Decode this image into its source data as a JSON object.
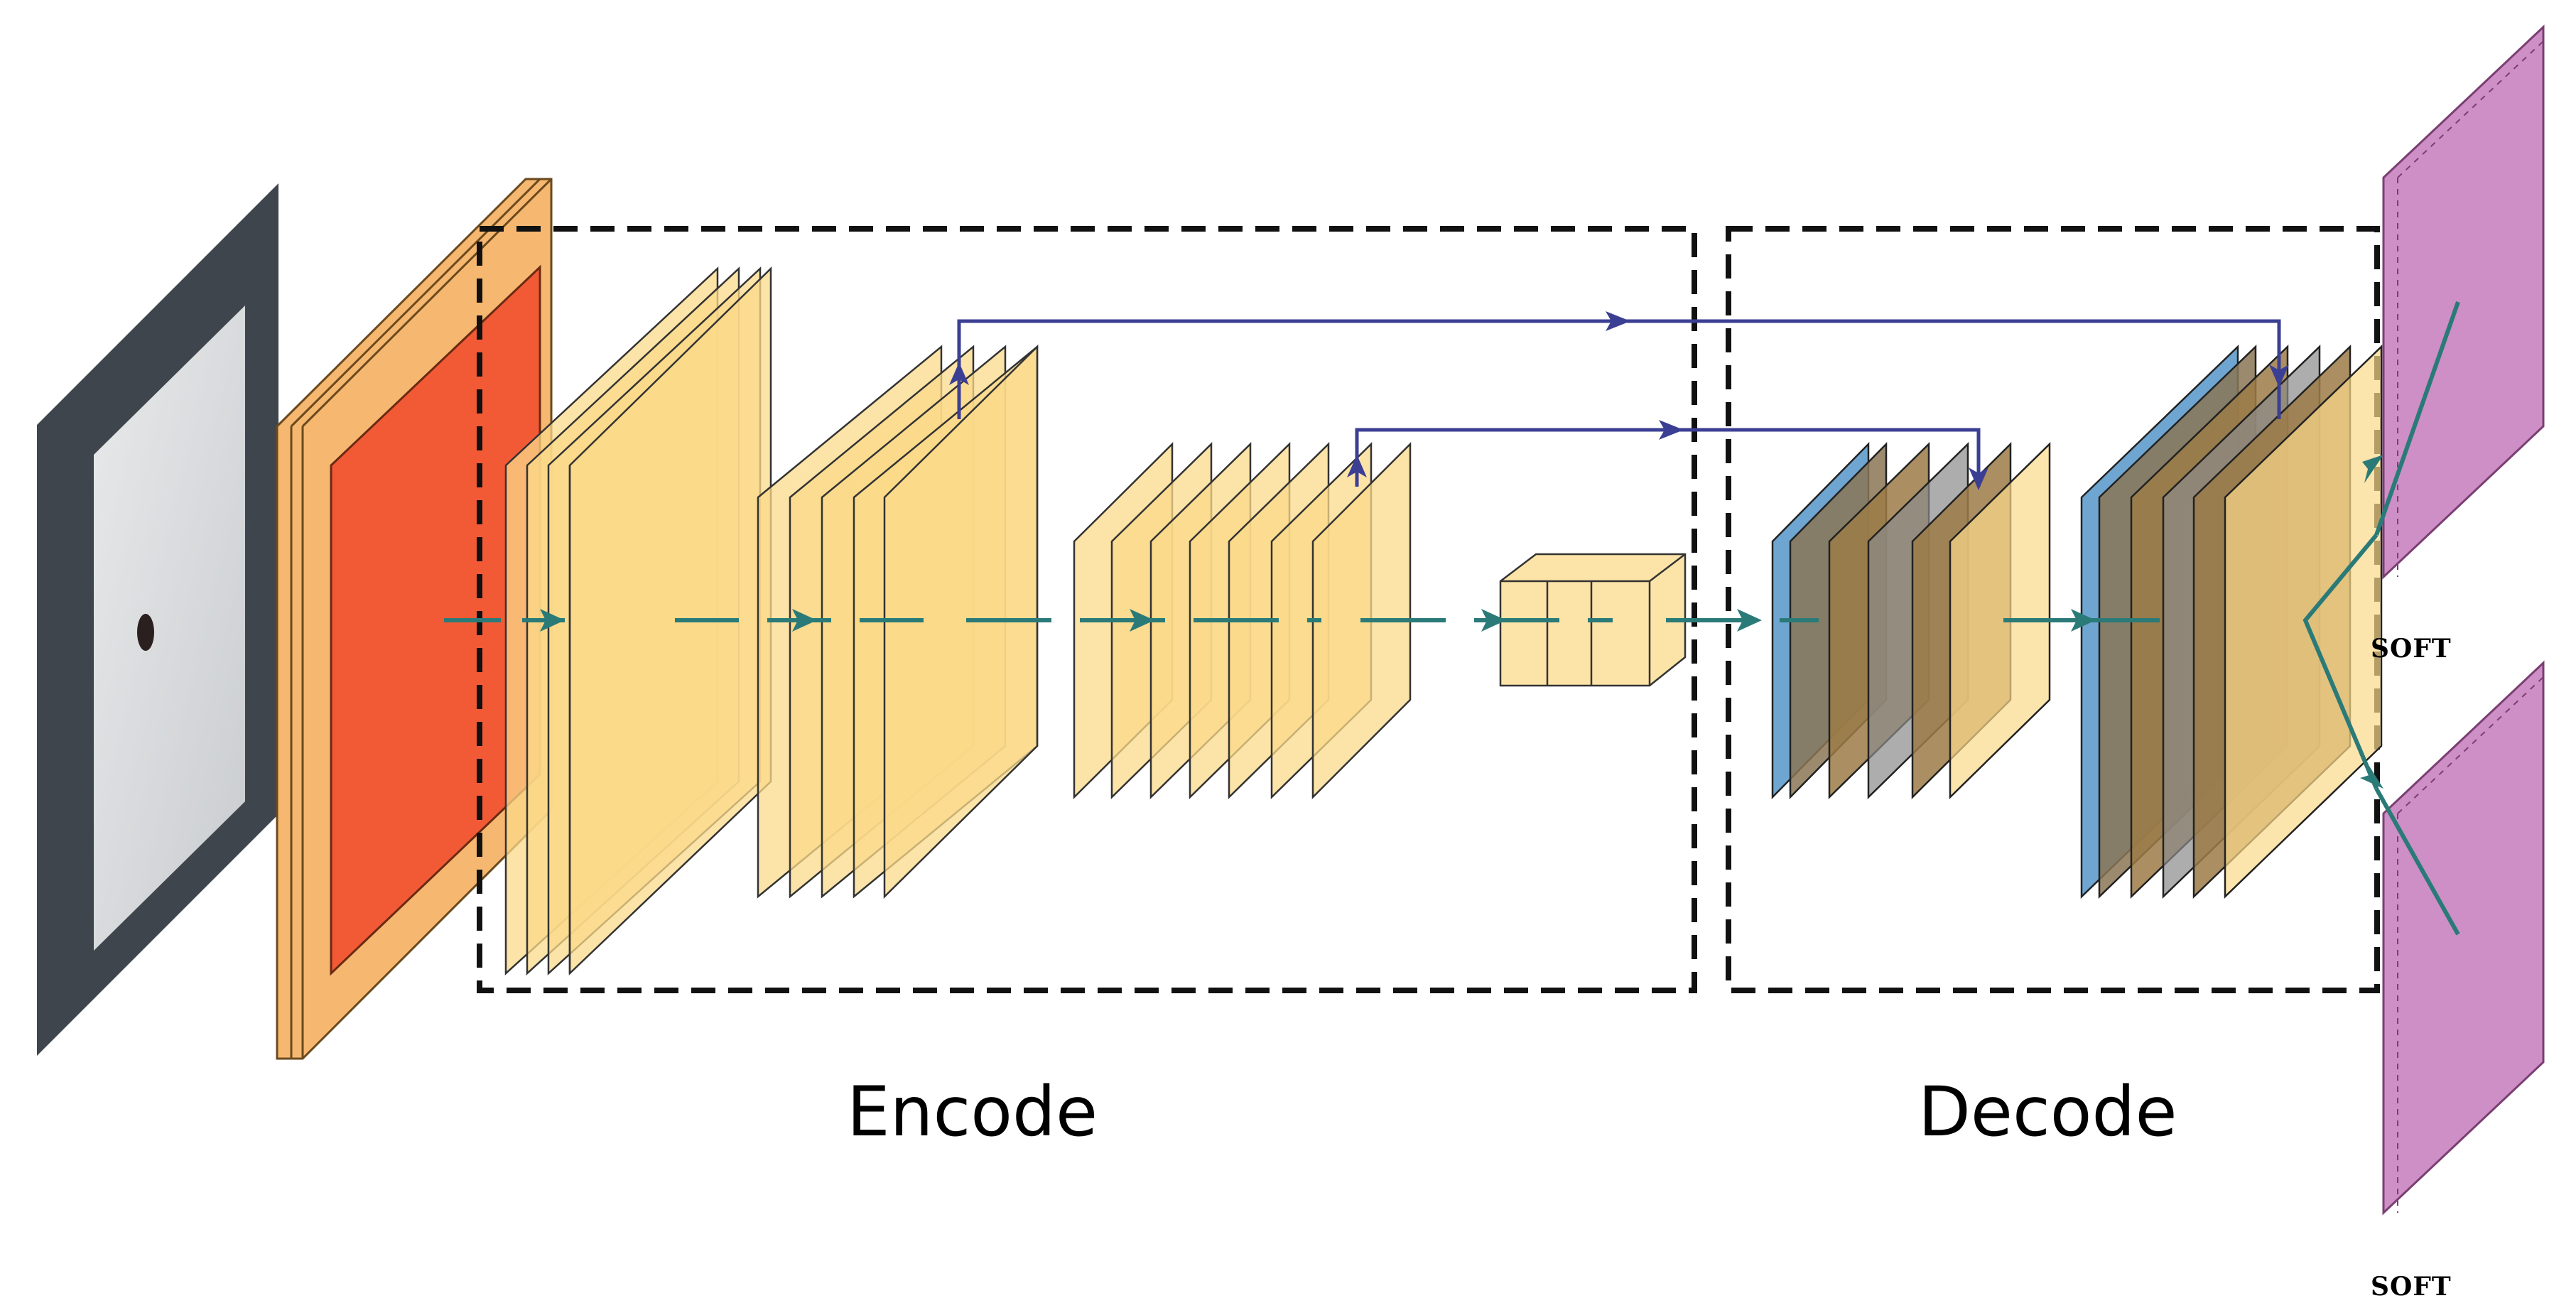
{
  "labels": {
    "encode": "Encode",
    "decode": "Decode",
    "softmax_top": "SOFT",
    "softmax_bottom": "SOFT"
  },
  "colors": {
    "input_dark": "#3f454c",
    "input_light": "#dcdedf",
    "conv_first": "#f6b870",
    "conv_red": "#f25a36",
    "encoder_block": "#fbd98a",
    "decoder_brown": "#9c7b47",
    "decoder_blue": "#5f9ccc",
    "output_pink": "#cd8fc6",
    "flow_arrow": "#2a7a78",
    "skip_arrow": "#3b3f93",
    "dashed_box": "#111111"
  }
}
